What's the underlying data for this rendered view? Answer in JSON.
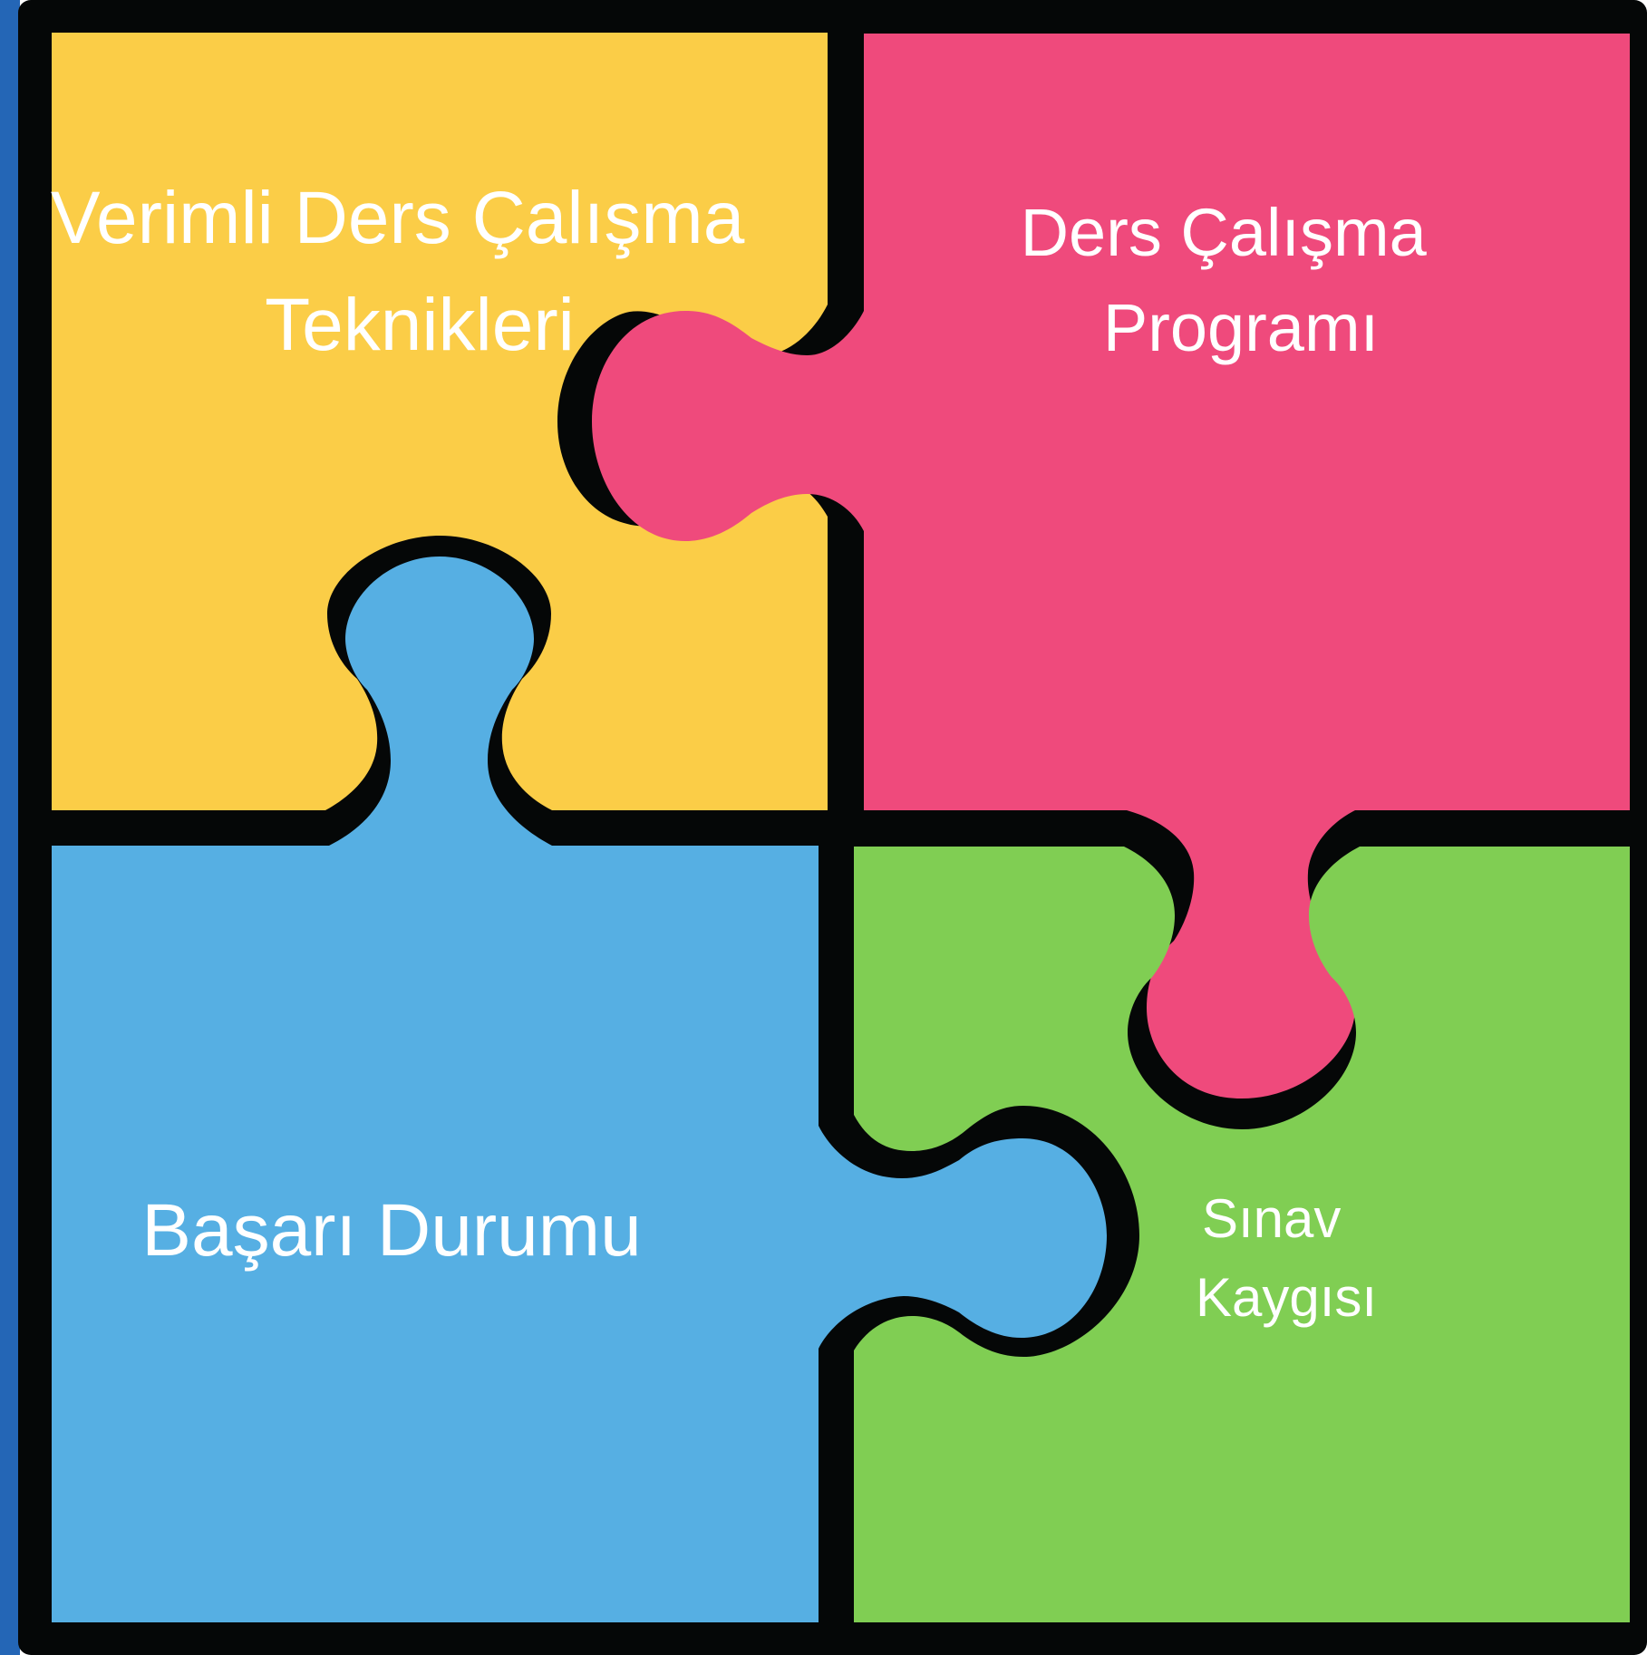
{
  "pieces": [
    {
      "id": "top-left",
      "lines": [
        "Verimli Ders Çalışma",
        "Teknikleri"
      ],
      "color": "#FBCD47"
    },
    {
      "id": "top-right",
      "lines": [
        "Ders Çalışma",
        "Programı"
      ],
      "color": "#EF4A7C"
    },
    {
      "id": "bottom-left",
      "lines": [
        "Başarı Durumu"
      ],
      "color": "#56AFE3"
    },
    {
      "id": "bottom-right",
      "lines": [
        "Sınav",
        "Kaygısı"
      ],
      "color": "#80CE53"
    }
  ],
  "colors": {
    "outline": "#050707",
    "edge_accent": "#2466B6",
    "label_text": "#FFFFFF"
  }
}
